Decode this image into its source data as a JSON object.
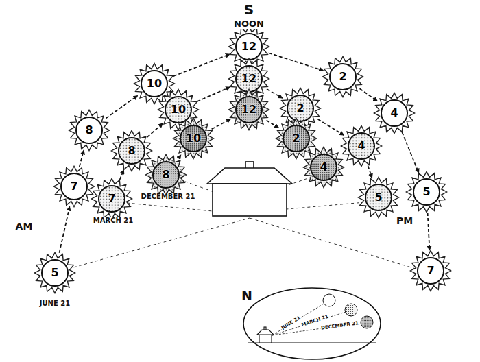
{
  "diagram": {
    "nodes": [
      {
        "text": [
          "5"
        ]
      },
      {
        "text": [
          "7"
        ]
      },
      {
        "text": [
          "8"
        ]
      },
      {
        "text": [
          "10"
        ]
      },
      {
        "text": [
          "12"
        ]
      },
      {
        "text": [
          "2"
        ]
      },
      {
        "text": [
          "4"
        ]
      },
      {
        "text": [
          "5"
        ]
      },
      {
        "text": [
          "7"
        ]
      },
      {
        "text": [
          "7"
        ]
      },
      {
        "text": [
          "8"
        ]
      },
      {
        "text": [
          "10"
        ]
      },
      {
        "text": [
          "12"
        ]
      },
      {
        "text": [
          "2"
        ]
      },
      {
        "text": [
          "4"
        ]
      },
      {
        "text": [
          "5"
        ]
      },
      {
        "text": [
          "8"
        ]
      },
      {
        "text": [
          "10"
        ]
      },
      {
        "text": [
          "12"
        ]
      },
      {
        "text": [
          "2"
        ]
      },
      {
        "text": [
          "4"
        ]
      }
    ],
    "edges": [
      {
        "from": 0,
        "to": 1,
        "arrow": "to"
      },
      {
        "from": 1,
        "to": 2,
        "arrow": "to"
      },
      {
        "from": 2,
        "to": 3,
        "arrow": "to"
      },
      {
        "from": 3,
        "to": 4,
        "arrow": "to"
      },
      {
        "from": 4,
        "to": 5,
        "arrow": "to"
      },
      {
        "from": 5,
        "to": 6,
        "arrow": "to"
      },
      {
        "from": 6,
        "to": 7,
        "arrow": "to"
      },
      {
        "from": 7,
        "to": 8,
        "arrow": "to"
      },
      {
        "from": 9,
        "to": 10,
        "arrow": "to"
      },
      {
        "from": 10,
        "to": 11,
        "arrow": "to"
      },
      {
        "from": 11,
        "to": 12,
        "arrow": "to"
      },
      {
        "from": 12,
        "to": 13,
        "arrow": "to"
      },
      {
        "from": 13,
        "to": 14,
        "arrow": "to"
      },
      {
        "from": 14,
        "to": 15,
        "arrow": "to"
      },
      {
        "from": 16,
        "to": 17,
        "arrow": "to"
      },
      {
        "from": 17,
        "to": 18,
        "arrow": "to"
      },
      {
        "from": 18,
        "to": 19,
        "arrow": "to"
      },
      {
        "from": 19,
        "to": 20,
        "arrow": "to"
      }
    ],
    "labels": [
      "S",
      "NOON",
      "AM",
      "MARCH 21",
      "DECEMBER 21",
      "PM",
      "JUNE 21",
      "N",
      "JUNE 21",
      "MARCH 21",
      "DECEMBER 21"
    ]
  }
}
